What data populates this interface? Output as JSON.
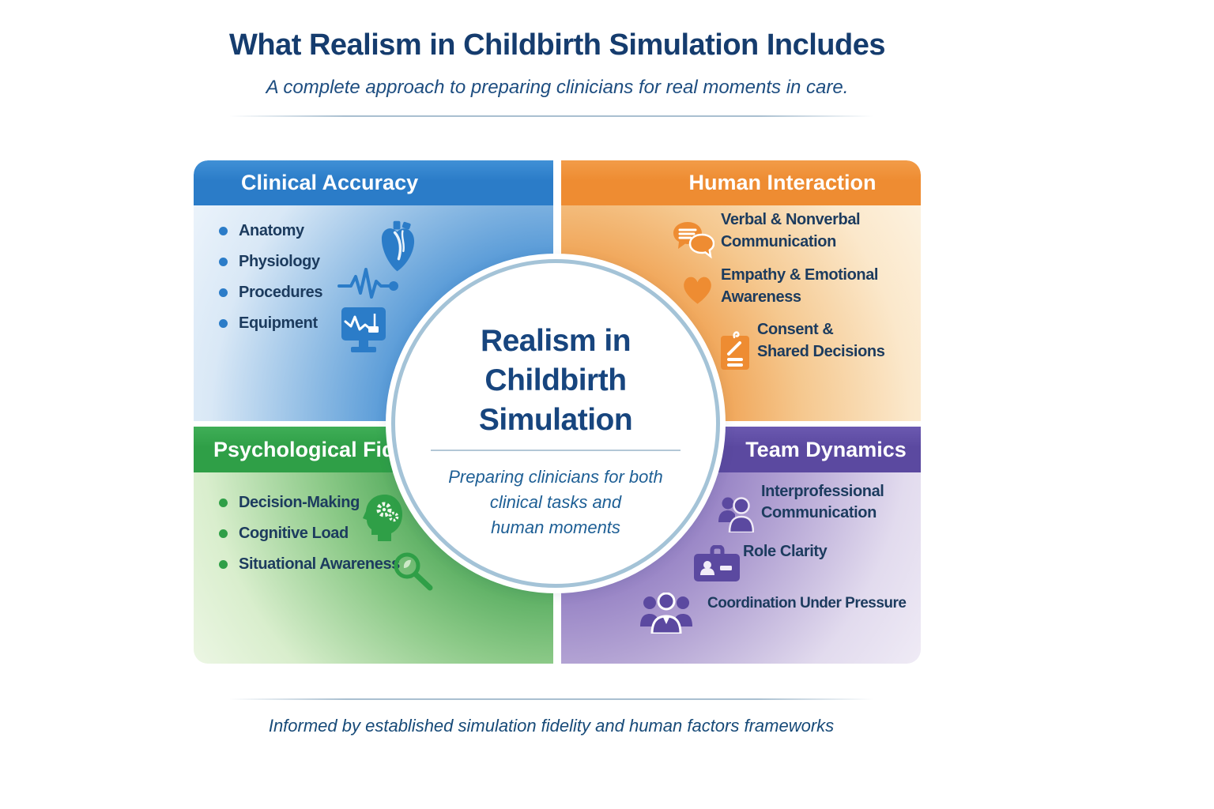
{
  "page": {
    "title": "What Realism in Childbirth Simulation Includes",
    "subtitle": "A complete approach to preparing clinicians for real moments in care.",
    "footer_note": "Informed by established simulation fidelity and human factors frameworks"
  },
  "center_circle": {
    "title_line1": "Realism in",
    "title_line2": "Childbirth",
    "title_line3": "Simulation",
    "subtitle_line1": "Preparing clinicians for both",
    "subtitle_line2": "clinical tasks and",
    "subtitle_line3": "human moments"
  },
  "quadrants": {
    "clinical_accuracy": {
      "title": "Clinical Accuracy",
      "accent_color": "#2b7cc8",
      "items": [
        "Anatomy",
        "Physiology",
        "Procedures",
        "Equipment"
      ],
      "icons": [
        "anatomical-heart-icon",
        "ecg-waveform-icon",
        "patient-monitor-icon"
      ]
    },
    "human_interaction": {
      "title": "Human Interaction",
      "accent_color": "#ee8c32",
      "items": [
        {
          "icon": "chat-bubbles-icon",
          "lines": [
            "Verbal & Nonverbal",
            "Communication"
          ]
        },
        {
          "icon": "heart-icon",
          "lines": [
            "Empathy & Emotional",
            "Awareness"
          ]
        },
        {
          "icon": "consent-clipboard-icon",
          "lines": [
            "Consent &",
            "Shared Decisions"
          ]
        }
      ]
    },
    "psychological_fidelity": {
      "title": "Psychological Fidelity",
      "accent_color": "#2f9f47",
      "items": [
        "Decision-Making",
        "Cognitive Load",
        "Situational Awareness"
      ],
      "icons": [
        "cognitive-head-icon",
        "magnifier-icon"
      ]
    },
    "team_dynamics": {
      "title": "Team Dynamics",
      "accent_color": "#5b49a0",
      "items": [
        {
          "icon": "two-people-icon",
          "lines": [
            "Interprofessional",
            "Communication"
          ]
        },
        {
          "icon": "role-badge-icon",
          "lines": [
            "Role Clarity"
          ]
        },
        {
          "icon": "team-group-icon",
          "lines": [
            "Coordination Under Pressure"
          ]
        }
      ]
    }
  },
  "colors": {
    "title_navy": "#153c6e",
    "body_navy": "#1c3b5e",
    "circle_ring": "#a4c3d7",
    "clinical_blue": "#2b7cc8",
    "interaction_orange": "#ee8c32",
    "fidelity_green": "#2f9f47",
    "team_purple": "#5b49a0"
  }
}
